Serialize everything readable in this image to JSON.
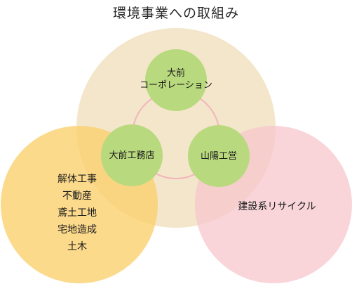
{
  "title": "環境事業への取組み",
  "companies": {
    "top": {
      "line1": "大前",
      "line2": "コーポレーション"
    },
    "left": "大前工務店",
    "right": "山陽工営"
  },
  "fields": {
    "left_items": [
      "解体工事",
      "不動産",
      "鳶土工地",
      "宅地造成",
      "土木"
    ],
    "right": "建設系リサイクル"
  },
  "colors": {
    "big_top": "#f1e2c4",
    "big_left": "#fbcf6b",
    "big_right": "#f7c5cc",
    "small_circle": "#b9d97e",
    "ring": "#f2b4be"
  }
}
